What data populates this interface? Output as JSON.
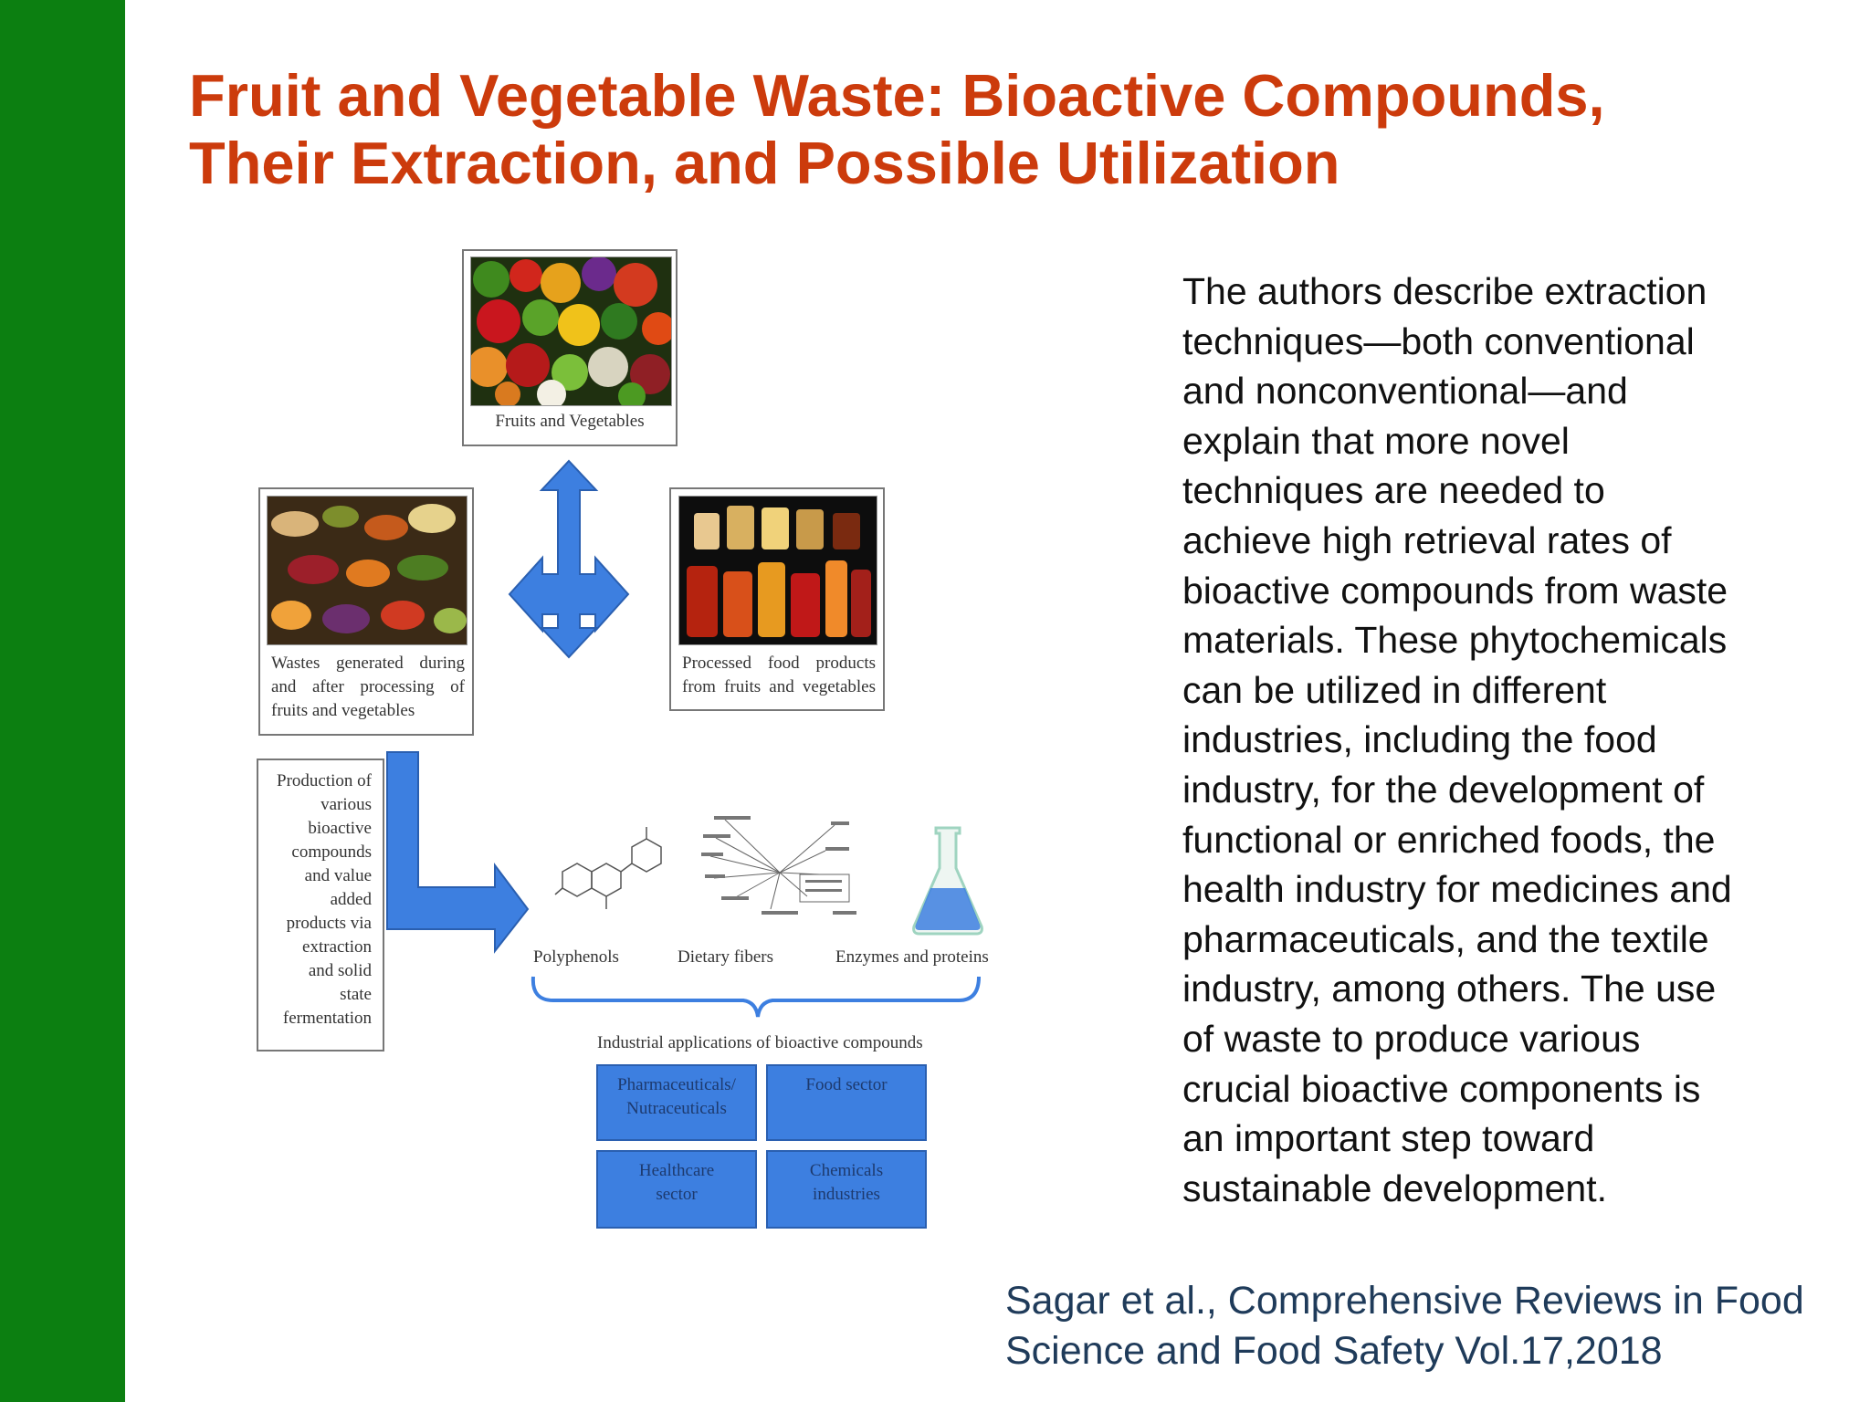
{
  "slide": {
    "title_lines": [
      "Fruit and Vegetable Waste: Bioactive Compounds,",
      "Their Extraction, and Possible Utilization"
    ],
    "body_lines": [
      "The authors describe extraction",
      "techniques—both conventional",
      "and nonconventional—and",
      "explain that more novel",
      "techniques are needed to",
      "achieve high retrieval rates of",
      "bioactive compounds from waste",
      "materials. These phytochemicals",
      "can be utilized in different",
      "industries, including the food",
      "industry, for the development of",
      "functional or enriched foods, the",
      "health industry for medicines and",
      "pharmaceuticals, and the textile",
      "industry, among others. The use",
      "of waste to produce various",
      "crucial bioactive components is",
      "an important step toward",
      "sustainable development."
    ],
    "citation_lines": [
      "Sagar et al., Comprehensive Reviews in Food",
      "Science and Food Safety Vol.17,2018"
    ],
    "colors": {
      "sidebar": "#0c7f11",
      "title": "#cc3b0c",
      "citation": "#1f3b5a",
      "arrow": "#3d7fe0"
    }
  },
  "figure": {
    "fruits_caption": "Fruits and Vegetables",
    "waste_caption_lines": [
      "Wastes generated during",
      "and after processing of",
      "fruits and vegetables"
    ],
    "processed_caption_lines": [
      "Processed food products",
      "from fruits and vegetables"
    ],
    "production_lines": [
      "Production of",
      "various",
      "bioactive",
      "compounds",
      "and value",
      "added",
      "products via",
      "extraction",
      "and solid",
      "state",
      "fermentation"
    ],
    "compound_labels": [
      "Polyphenols",
      "Dietary fibers",
      "Enzymes and proteins"
    ],
    "industrial_title": "Industrial applications of bioactive compounds",
    "applications": [
      {
        "lines": [
          "Pharmaceuticals/",
          "Nutraceuticals"
        ]
      },
      {
        "lines": [
          "Food sector"
        ]
      },
      {
        "lines": [
          "Healthcare",
          "sector"
        ]
      },
      {
        "lines": [
          "Chemicals",
          "industries"
        ]
      }
    ]
  }
}
